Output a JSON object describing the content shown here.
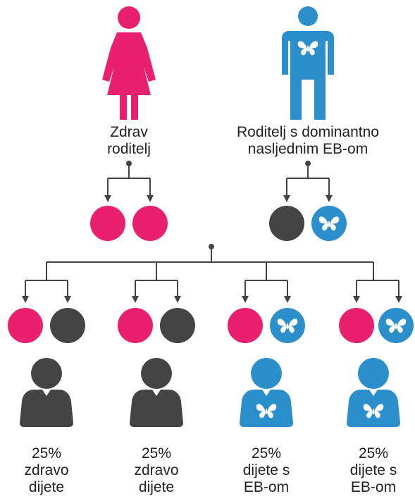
{
  "colors": {
    "healthy": "#e8206f",
    "affected": "#2b8fcc",
    "recessive_dark": "#444444",
    "line": "#444444",
    "text": "#222222"
  },
  "parents": [
    {
      "figure": "female",
      "label_lines": [
        "Zdrav",
        "roditelj"
      ],
      "genes": [
        "healthy",
        "healthy"
      ]
    },
    {
      "figure": "male-butterfly",
      "label_lines": [
        "Roditelj s dominantno",
        "nasljednim EB-om"
      ],
      "genes": [
        "dark",
        "butterfly"
      ]
    }
  ],
  "children": [
    {
      "genes": [
        "healthy",
        "dark"
      ],
      "figure": "child-dark",
      "label_lines": [
        "25%",
        "zdravo",
        "dijete"
      ]
    },
    {
      "genes": [
        "healthy",
        "dark"
      ],
      "figure": "child-dark",
      "label_lines": [
        "25%",
        "zdravo",
        "dijete"
      ]
    },
    {
      "genes": [
        "healthy",
        "butterfly"
      ],
      "figure": "child-blue-butterfly",
      "label_lines": [
        "25%",
        "dijete s",
        "EB-om"
      ]
    },
    {
      "genes": [
        "healthy",
        "butterfly"
      ],
      "figure": "child-blue-butterfly",
      "label_lines": [
        "25%",
        "dijete s",
        "EB-om"
      ]
    }
  ]
}
